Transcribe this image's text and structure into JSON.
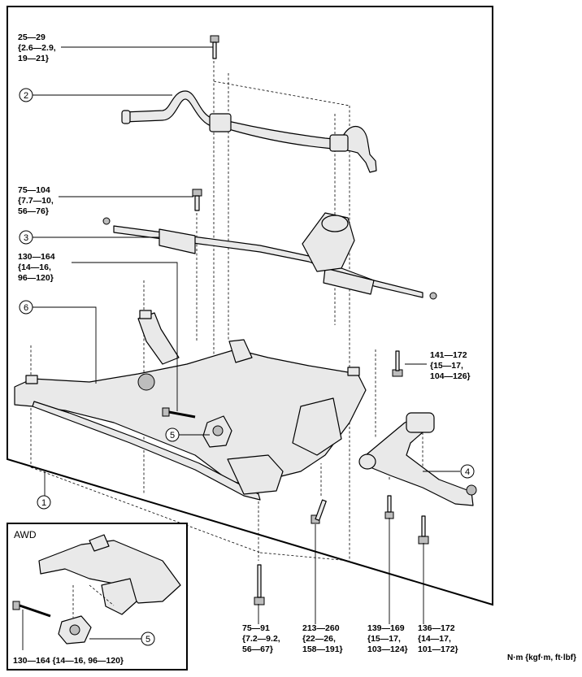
{
  "units_note": "N·m {kgf·m, ft·lbf}",
  "callouts": {
    "c1": "1",
    "c2": "2",
    "c3": "3",
    "c4": "4",
    "c5": "5",
    "c6": "6",
    "c5_awd": "5"
  },
  "torques": {
    "t_25_29": [
      "25—29",
      "{2.6—2.9,",
      "19—21}"
    ],
    "t_75_104": [
      "75—104",
      "{7.7—10,",
      "56—76}"
    ],
    "t_130_164": [
      "130—164",
      "{14—16,",
      "96—120}"
    ],
    "t_141_172": [
      "141—172",
      "{15—17,",
      "104—126}"
    ],
    "t_75_91": [
      "75—91",
      "{7.2—9.2,",
      "56—67}"
    ],
    "t_213_260": [
      "213—260",
      "{22—26,",
      "158—191}"
    ],
    "t_139_169": [
      "139—169",
      "{15—17,",
      "103—124}"
    ],
    "t_136_172": [
      "136—172",
      "{14—17,",
      "101—172}"
    ]
  },
  "awd": {
    "title": "AWD",
    "torque": "130—164 {14—16, 96—120}"
  }
}
